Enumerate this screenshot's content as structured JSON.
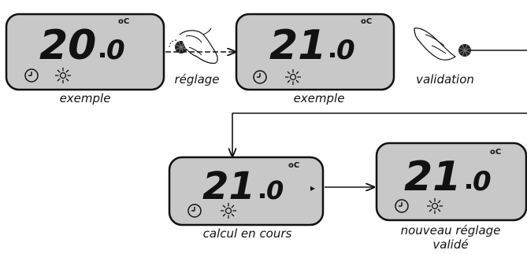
{
  "displays": [
    {
      "main": "20",
      "decimal": "0",
      "unit": "oC",
      "caption": "exemple"
    },
    {
      "main": "21",
      "decimal": "0",
      "unit": "oC",
      "caption": "exemple"
    },
    {
      "main": "21",
      "decimal": "0",
      "unit": "oC",
      "caption": "calcul en cours",
      "indicator": "▸"
    },
    {
      "main": "21",
      "decimal": "0",
      "unit": "oC",
      "caption_line1": "nouveau réglage",
      "caption_line2": "validé"
    }
  ],
  "steps": {
    "adjust_label": "réglage",
    "validate_label": "validation"
  },
  "icons": [
    "clock-icon",
    "sun-icon",
    "hand-turning-knob-icon",
    "hand-pressing-knob-icon"
  ],
  "colors": {
    "lcd_background": "#c8c8c8",
    "outline": "#111111",
    "knob": "#222222"
  }
}
